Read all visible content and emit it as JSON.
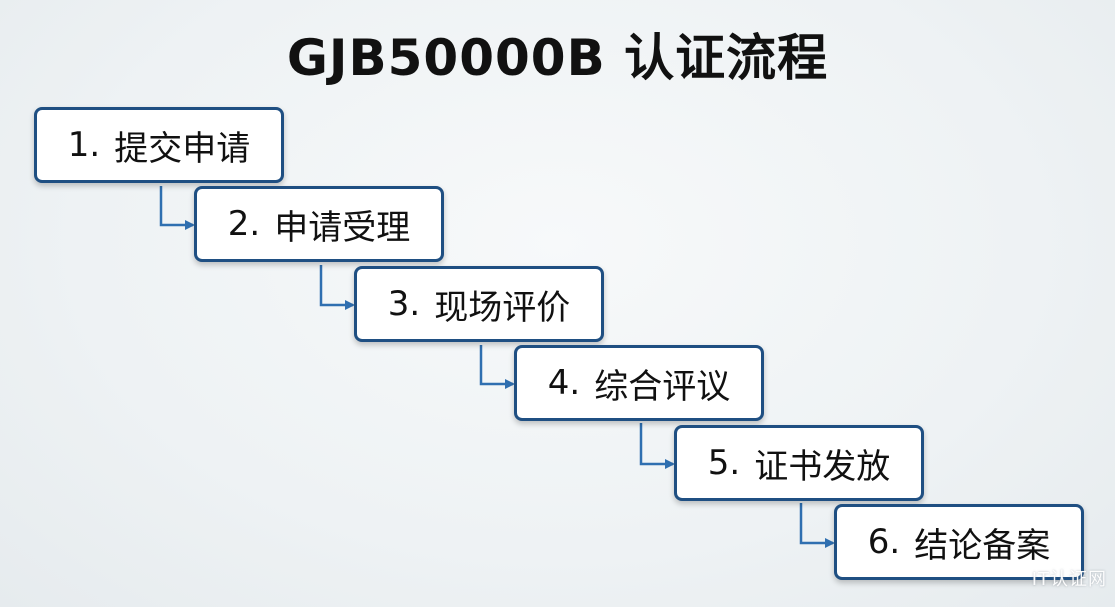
{
  "title": "GJB50000B 认证流程",
  "steps": [
    {
      "num": "1.",
      "label": "提交申请"
    },
    {
      "num": "2.",
      "label": "申请受理"
    },
    {
      "num": "3.",
      "label": "现场评价"
    },
    {
      "num": "4.",
      "label": "综合评议"
    },
    {
      "num": "5.",
      "label": "证书发放"
    },
    {
      "num": "6.",
      "label": "结论备案"
    }
  ],
  "watermark": "IT认证网",
  "colors": {
    "box_border": "#1f4f82",
    "connector": "#2f6fb0",
    "title": "#111111"
  }
}
